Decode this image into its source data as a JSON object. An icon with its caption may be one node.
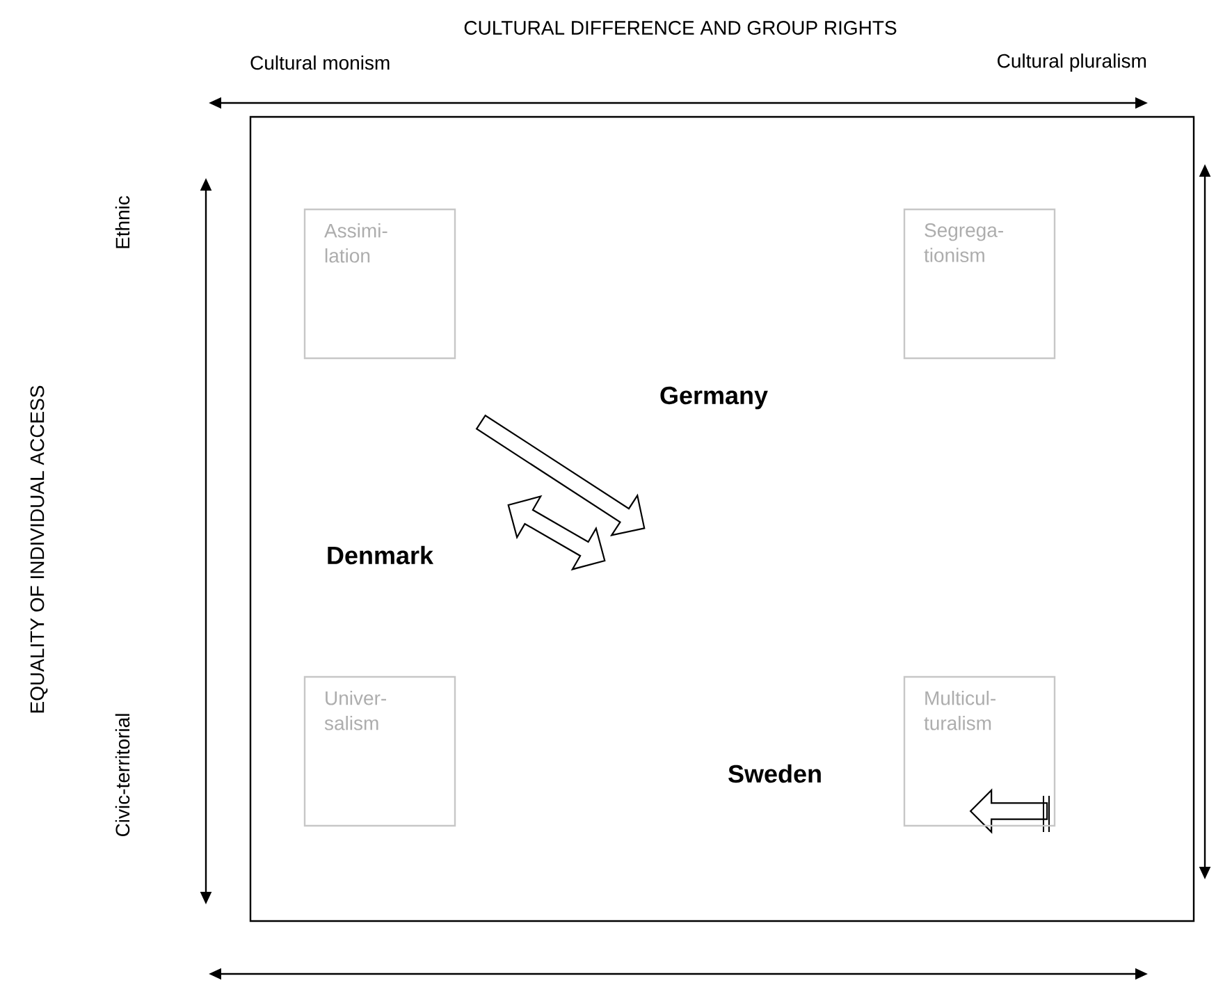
{
  "diagram": {
    "title": "CULTURAL DIFFERENCE AND GROUP RIGHTS",
    "nodes": [
      {
        "text": [
          "Assimi- lation"
        ]
      },
      {
        "text": [
          "Segrega- tionism"
        ]
      },
      {
        "text": [
          "Univer- salism"
        ]
      },
      {
        "text": [
          "Multicul- turalism"
        ]
      }
    ],
    "labels": [
      "Cultural monism",
      "Cultural pluralism",
      "EQUALITY OF INDIVIDUAL ACCESS",
      "Ethnic",
      "Civic-territorial",
      "Germany",
      "Denmark",
      "Sweden"
    ]
  }
}
